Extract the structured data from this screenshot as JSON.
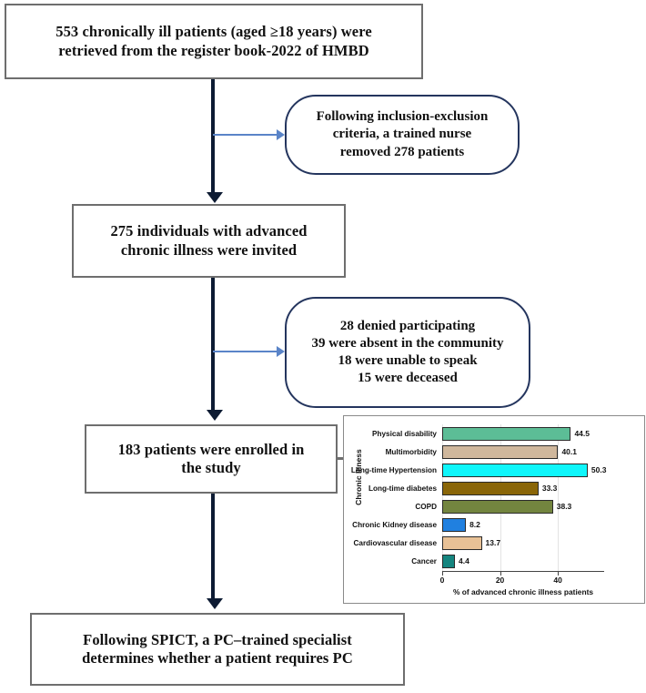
{
  "flow": {
    "nodes": [
      {
        "id": "retrieved",
        "shape": "rectangle",
        "text": "553 chronically ill patients (aged ≥18 years) were retrieved from the register book-2022 of HMBD"
      },
      {
        "id": "excluded",
        "shape": "rounded",
        "text": "Following inclusion-exclusion criteria, a trained nurse removed 278 patients"
      },
      {
        "id": "invited",
        "shape": "rectangle",
        "text": "275 individuals with advanced chronic illness were invited"
      },
      {
        "id": "denied",
        "shape": "rounded",
        "text": "28 denied participating 39 were absent in the community 18 were unable to speak 15 were deceased"
      },
      {
        "id": "enrolled",
        "shape": "rectangle",
        "text": "183 patients were enrolled in the study"
      },
      {
        "id": "spict",
        "shape": "rectangle",
        "text": "Following SPICT, a PC–trained specialist determines whether a patient requires PC"
      }
    ],
    "colors": {
      "box_border": "#6e6e6e",
      "rounded_border": "#24355e",
      "main_arrow": "#0d1b33",
      "branch_arrow": "#5a84c8"
    }
  },
  "chart_data": {
    "type": "bar",
    "orientation": "horizontal",
    "title": "",
    "xlabel": "% of advanced chronic illness patients",
    "ylabel": "Chronic Illness",
    "categories": [
      "Physical disability",
      "Multimorbidity",
      "Long-time Hypertension",
      "Long-time diabetes",
      "COPD",
      "Chronic Kidney disease",
      "Cardiovascular disease",
      "Cancer"
    ],
    "values": [
      44.5,
      40.1,
      50.3,
      33.3,
      38.3,
      8.2,
      13.7,
      4.4
    ],
    "value_labels": [
      "44.5",
      "40.1",
      "50.3",
      "33.3",
      "38.3",
      "8.2",
      "13.7",
      "4.4"
    ],
    "bar_colors": [
      "#5cbd96",
      "#cfb79c",
      "#0ff6fb",
      "#8a6608",
      "#73853f",
      "#2080e0",
      "#e8c196",
      "#14857f"
    ],
    "xlim": [
      0,
      56
    ],
    "xticks": [
      0,
      20,
      40
    ],
    "xtick_labels": [
      "0",
      "20",
      "40"
    ],
    "grid": true,
    "legend": "none"
  }
}
